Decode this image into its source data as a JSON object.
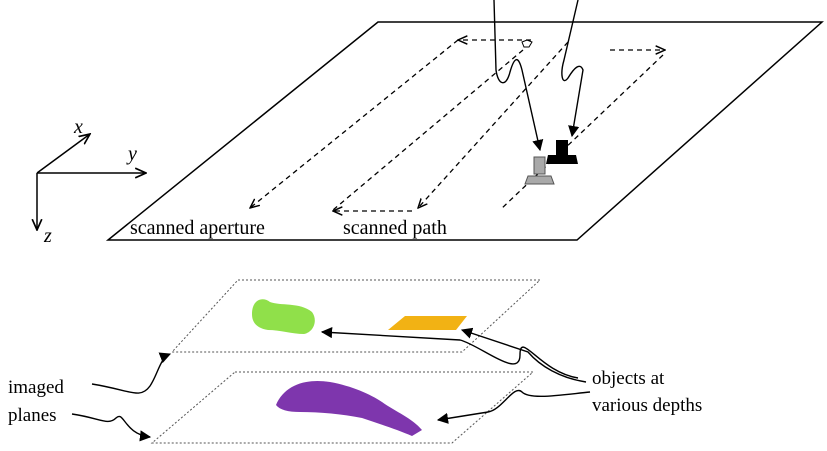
{
  "diagram": {
    "axes": {
      "x": "x",
      "y": "y",
      "z": "z"
    },
    "labels": {
      "scanned_aperture": "scanned aperture",
      "scanned_path": "scanned path",
      "imaged_planes_line1": "imaged",
      "imaged_planes_line2": "planes",
      "objects_line1": "objects at",
      "objects_line2": "various depths"
    },
    "colors": {
      "green_object": "#90e04a",
      "orange_object": "#f2b214",
      "purple_object": "#7e36ad",
      "antenna_grey": "#a9a9a9",
      "antenna_black": "#000000"
    }
  }
}
